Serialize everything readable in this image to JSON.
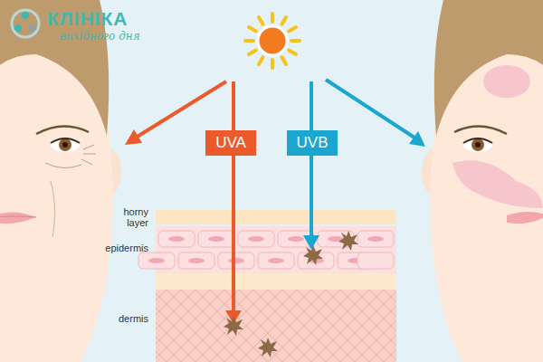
{
  "diagram": {
    "nodes": [
      {
        "text": [
          "UVA"
        ]
      },
      {
        "text": [
          "UVB"
        ]
      }
    ],
    "labels": [
      "КЛІНІКА",
      "вихідного дня",
      "horny layer",
      "epidermis",
      "dermis"
    ]
  }
}
